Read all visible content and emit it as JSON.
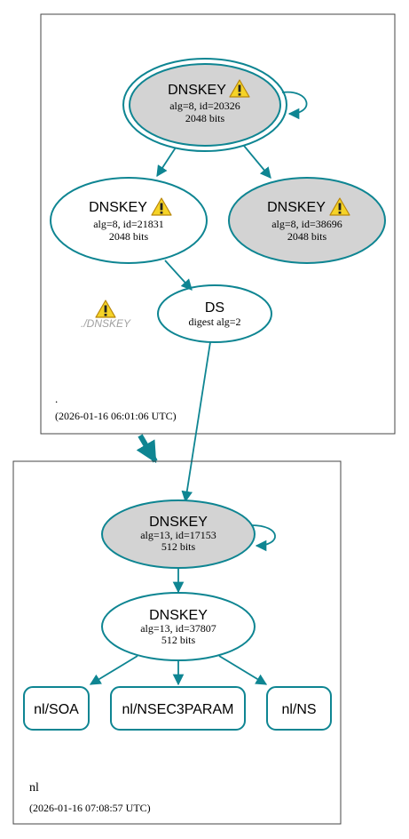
{
  "colors": {
    "edge": "#0e8592",
    "node_fill_grey": "#d3d3d3",
    "node_fill_white": "#ffffff",
    "cluster_border": "#444444",
    "warning_fill": "#f5d327",
    "warning_stroke": "#b8860b",
    "muted_text": "#a0a0a0"
  },
  "zone_root": {
    "name": ".",
    "timestamp": "(2026-01-16 06:01:06 UTC)",
    "ksk": {
      "title": "DNSKEY",
      "line1": "alg=8, id=20326",
      "line2": "2048 bits",
      "warning_icon": "warning-icon"
    },
    "zsk": {
      "title": "DNSKEY",
      "line1": "alg=8, id=21831",
      "line2": "2048 bits",
      "warning_icon": "warning-icon"
    },
    "standby": {
      "title": "DNSKEY",
      "line1": "alg=8, id=38696",
      "line2": "2048 bits",
      "warning_icon": "warning-icon"
    },
    "ds": {
      "title": "DS",
      "line1": "digest alg=2"
    },
    "dnskey_warning_label": "./DNSKEY"
  },
  "zone_nl": {
    "name": "nl",
    "timestamp": "(2026-01-16 07:08:57 UTC)",
    "ksk": {
      "title": "DNSKEY",
      "line1": "alg=13, id=17153",
      "line2": "512 bits"
    },
    "zsk": {
      "title": "DNSKEY",
      "line1": "alg=13, id=37807",
      "line2": "512 bits"
    },
    "records": [
      "nl/SOA",
      "nl/NSEC3PARAM",
      "nl/NS"
    ]
  }
}
